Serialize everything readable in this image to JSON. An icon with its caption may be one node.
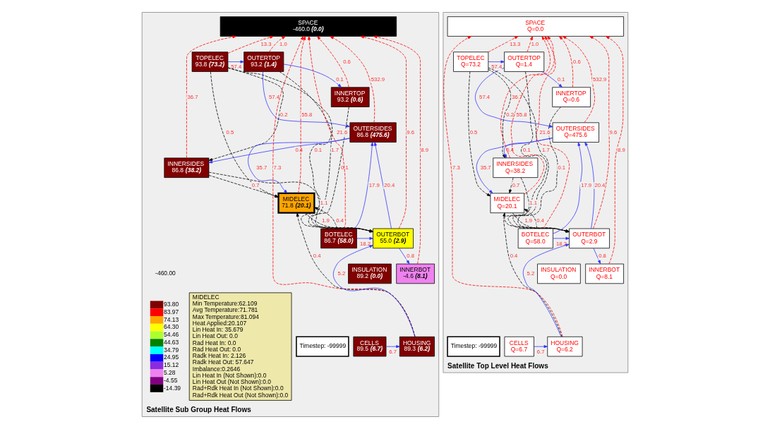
{
  "diagram": {
    "nodes": [
      {
        "text": [
          "Satellite Sub Group Heat Flows"
        ]
      },
      {
        "text": [
          "SPACE",
          "-460.0",
          "(0.0)"
        ],
        "in": 0
      },
      {
        "text": [
          "OUTERTOP",
          "93.2",
          "(1.4)"
        ],
        "in": 0
      },
      {
        "text": [
          "TOPELEC",
          "93.8",
          "(73.2)"
        ],
        "in": 0
      },
      {
        "text": [
          "INNERTOP",
          "93.2",
          "(0.6)"
        ],
        "in": 0
      },
      {
        "text": [
          "OUTERSIDES",
          "86.8",
          "(475.6)"
        ],
        "in": 0
      },
      {
        "text": [
          "INNERSIDES",
          "86.8",
          "(38.2)"
        ],
        "in": 0
      },
      {
        "text": [
          "MIDELEC",
          "71.8",
          "(20.1)"
        ],
        "in": 0
      },
      {
        "text": [
          "OUTERBOT",
          "55.0",
          "(2.9)"
        ],
        "in": 0
      },
      {
        "text": [
          "BOTELEC",
          "86.7",
          "(58.0)"
        ],
        "in": 0
      },
      {
        "text": [
          "INNERBOT",
          "-4.6",
          "(8.1)"
        ],
        "in": 0
      },
      {
        "text": [
          "INSULATION",
          "89.2",
          "(0.0)"
        ],
        "in": 0
      },
      {
        "text": [
          "HOUSING",
          "89.3",
          "(6.2)"
        ],
        "in": 0
      },
      {
        "text": [
          "CELLS",
          "89.5",
          "(6.7)"
        ],
        "in": 0
      },
      {
        "text": [
          "Timestep: -99999"
        ],
        "in": 0
      },
      {
        "text": [
          "MIDELEC",
          "Min Temperature:62.109",
          "Avg Temperature:71.781",
          "Max Temperature:81.094",
          "Heat Applied:20.107",
          "Lin Heat In: 35.679",
          "Lin Heat Out: 0.0",
          "Rad Heat In: 0.0",
          "Rad Heat Out: 0.0",
          "Radk Heat In: 2.126",
          "Radk Heat Out: 57.647",
          "Imbalance:0.2646",
          "Lin Heat In (Not Shown):0.0",
          "Lin Heat Out (Not Shown):0.0",
          "Rad+Rdk Heat In (Not Shown):0.0",
          "Rad+Rdk Heat Out (Not Shown):0.0"
        ],
        "in": 0
      },
      {
        "text": [
          "Satellite Top Level Heat Flows"
        ]
      },
      {
        "text": [
          "SPACE",
          "Q=0.0"
        ],
        "in": 16
      },
      {
        "text": [
          "OUTERTOP",
          "Q=1.4"
        ],
        "in": 16
      },
      {
        "text": [
          "TOPELEC",
          "Q=73.2"
        ],
        "in": 16
      },
      {
        "text": [
          "INNERTOP",
          "Q=0.6"
        ],
        "in": 16
      },
      {
        "text": [
          "OUTERSIDES",
          "Q=475.6"
        ],
        "in": 16
      },
      {
        "text": [
          "INNERSIDES",
          "Q=38.2"
        ],
        "in": 16
      },
      {
        "text": [
          "MIDELEC",
          "Q=20.1"
        ],
        "in": 16
      },
      {
        "text": [
          "OUTERBOT",
          "Q=2.9"
        ],
        "in": 16
      },
      {
        "text": [
          "BOTELEC",
          "Q=58.0"
        ],
        "in": 16
      },
      {
        "text": [
          "INNERBOT",
          "Q=8.1"
        ],
        "in": 16
      },
      {
        "text": [
          "INSULATION",
          "Q=0.0"
        ],
        "in": 16
      },
      {
        "text": [
          "HOUSING",
          "Q=6.2"
        ],
        "in": 16
      },
      {
        "text": [
          "CELLS",
          "Q=6.7"
        ],
        "in": 16
      },
      {
        "text": [
          "Timestep: -99999"
        ],
        "in": 16
      }
    ],
    "edges": [
      {
        "from": 12,
        "to": 1,
        "arrow": "to",
        "label": "7.3",
        "style": "dashed",
        "color": "#ff0000"
      },
      {
        "from": 10,
        "to": 1,
        "arrow": "to",
        "label": "8.9",
        "style": "dashed",
        "color": "#ff0000"
      },
      {
        "from": 8,
        "to": 1,
        "arrow": "to",
        "label": "9.6",
        "style": "dashed",
        "color": "#ff0000"
      },
      {
        "from": 2,
        "to": 1,
        "arrow": "to",
        "label": "1.0",
        "style": "dashed",
        "color": "#ff0000"
      },
      {
        "from": 5,
        "to": 1,
        "arrow": "to",
        "label": "532.9",
        "style": "dashed",
        "color": "#ff0000"
      },
      {
        "from": 4,
        "to": 1,
        "arrow": "to",
        "label": "0.6",
        "style": "dashed",
        "color": "#ff0000"
      },
      {
        "from": 6,
        "to": 1,
        "arrow": "to",
        "label": "36.7",
        "style": "dashed",
        "color": "#ff0000"
      },
      {
        "from": 7,
        "to": 1,
        "arrow": "to",
        "label": "55.8",
        "style": "dashed",
        "color": "#ff0000"
      },
      {
        "from": 3,
        "to": 1,
        "arrow": "to",
        "label": "13.3",
        "style": "dashed",
        "color": "#ff0000"
      },
      {
        "from": 9,
        "to": 1,
        "arrow": "to",
        "label": "21.6",
        "style": "dashed",
        "color": "#ff0000"
      },
      {
        "from": 3,
        "to": 2,
        "arrow": "to",
        "label": "57.4"
      },
      {
        "from": 2,
        "to": 4,
        "arrow": "to",
        "label": "0.1"
      },
      {
        "from": 2,
        "to": 5,
        "arrow": "to",
        "label": "57.4"
      },
      {
        "from": 9,
        "to": 5,
        "arrow": "to",
        "label": "17.9"
      },
      {
        "from": 5,
        "to": 6,
        "arrow": "to",
        "label": "0.4"
      },
      {
        "from": 5,
        "to": 7,
        "arrow": "to",
        "label": "35.7"
      },
      {
        "from": 8,
        "to": 5,
        "arrow": "to",
        "label": "20.4"
      },
      {
        "from": 9,
        "to": 8,
        "arrow": "to",
        "label": "18.2"
      },
      {
        "from": 8,
        "to": 10,
        "arrow": "to",
        "label": "0.8"
      },
      {
        "from": 12,
        "to": 8,
        "arrow": "to",
        "label": "5.2"
      },
      {
        "from": 13,
        "to": 12,
        "arrow": "to",
        "label": "6.7"
      },
      {
        "from": 2,
        "to": 8,
        "arrow": "to",
        "label": "0.1",
        "style": "dashed",
        "color": "#000000"
      },
      {
        "from": 3,
        "to": 8,
        "arrow": "to",
        "label": "1.7",
        "style": "dashed",
        "color": "#000000"
      },
      {
        "from": 4,
        "to": 8,
        "arrow": "to",
        "label": "0.1",
        "style": "dashed",
        "color": "#000000"
      },
      {
        "from": 3,
        "to": 6,
        "arrow": "to",
        "label": "0.2",
        "style": "dashed",
        "color": "#000000"
      },
      {
        "from": 3,
        "to": 7,
        "arrow": "to",
        "label": "0.5",
        "style": "dashed",
        "color": "#000000"
      },
      {
        "from": 6,
        "to": 7,
        "arrow": "to",
        "label": "0.7",
        "style": "dashed",
        "color": "#000000"
      },
      {
        "from": 6,
        "to": 8,
        "arrow": "to",
        "label": "1.1",
        "style": "dashed",
        "color": "#000000"
      },
      {
        "from": 7,
        "to": 8,
        "arrow": "to",
        "label": "1.9",
        "style": "dashed",
        "color": "#000000"
      },
      {
        "from": 9,
        "to": 7,
        "arrow": "to",
        "label": "0.4",
        "style": "dashed",
        "color": "#000000"
      },
      {
        "from": 12,
        "to": 7,
        "arrow": "to",
        "label": "0.4",
        "style": "dashed",
        "color": "#000000"
      },
      {
        "from": 28,
        "to": 17,
        "arrow": "to",
        "label": "7.3",
        "style": "dashed",
        "color": "#ff0000"
      },
      {
        "from": 26,
        "to": 17,
        "arrow": "to",
        "label": "8.9",
        "style": "dashed",
        "color": "#ff0000"
      },
      {
        "from": 24,
        "to": 17,
        "arrow": "to",
        "label": "9.6",
        "style": "dashed",
        "color": "#ff0000"
      },
      {
        "from": 18,
        "to": 17,
        "arrow": "to",
        "label": "1.0",
        "style": "dashed",
        "color": "#ff0000"
      },
      {
        "from": 21,
        "to": 17,
        "arrow": "to",
        "label": "532.9",
        "style": "dashed",
        "color": "#ff0000"
      },
      {
        "from": 20,
        "to": 17,
        "arrow": "to",
        "label": "0.6",
        "style": "dashed",
        "color": "#ff0000"
      },
      {
        "from": 22,
        "to": 17,
        "arrow": "to",
        "label": "36.7",
        "style": "dashed",
        "color": "#ff0000"
      },
      {
        "from": 23,
        "to": 17,
        "arrow": "to",
        "label": "55.8",
        "style": "dashed",
        "color": "#ff0000"
      },
      {
        "from": 19,
        "to": 17,
        "arrow": "to",
        "label": "13.3",
        "style": "dashed",
        "color": "#ff0000"
      },
      {
        "from": 25,
        "to": 17,
        "arrow": "to",
        "label": "21.6",
        "style": "dashed",
        "color": "#ff0000"
      },
      {
        "from": 19,
        "to": 18,
        "arrow": "to",
        "label": "57.4"
      },
      {
        "from": 18,
        "to": 20,
        "arrow": "to",
        "label": "0.1"
      },
      {
        "from": 18,
        "to": 21,
        "arrow": "to",
        "label": "57.4"
      },
      {
        "from": 25,
        "to": 21,
        "arrow": "to",
        "label": "17.9"
      },
      {
        "from": 21,
        "to": 22,
        "arrow": "to",
        "label": "0.4"
      },
      {
        "from": 21,
        "to": 23,
        "arrow": "to",
        "label": "35.7"
      },
      {
        "from": 24,
        "to": 21,
        "arrow": "to",
        "label": "20.4"
      },
      {
        "from": 25,
        "to": 24,
        "arrow": "to",
        "label": "18.2"
      },
      {
        "from": 24,
        "to": 26,
        "arrow": "to",
        "label": "0.8"
      },
      {
        "from": 28,
        "to": 24,
        "arrow": "to",
        "label": "5.2"
      },
      {
        "from": 29,
        "to": 28,
        "arrow": "to",
        "label": "6.7"
      },
      {
        "from": 18,
        "to": 24,
        "arrow": "to",
        "label": "0.1",
        "style": "dashed",
        "color": "#000000"
      },
      {
        "from": 19,
        "to": 24,
        "arrow": "to",
        "label": "1.7",
        "style": "dashed",
        "color": "#000000"
      },
      {
        "from": 20,
        "to": 24,
        "arrow": "to",
        "label": "0.1",
        "style": "dashed",
        "color": "#000000"
      },
      {
        "from": 19,
        "to": 22,
        "arrow": "to",
        "label": "0.2",
        "style": "dashed",
        "color": "#000000"
      },
      {
        "from": 19,
        "to": 23,
        "arrow": "to",
        "label": "0.5",
        "style": "dashed",
        "color": "#000000"
      },
      {
        "from": 22,
        "to": 23,
        "arrow": "to",
        "label": "0.7",
        "style": "dashed",
        "color": "#000000"
      },
      {
        "from": 22,
        "to": 24,
        "arrow": "to",
        "label": "1.1",
        "style": "dashed",
        "color": "#000000"
      },
      {
        "from": 23,
        "to": 24,
        "arrow": "to",
        "label": "1.9",
        "style": "dashed",
        "color": "#000000"
      },
      {
        "from": 25,
        "to": 23,
        "arrow": "to",
        "label": "0.4",
        "style": "dashed",
        "color": "#000000"
      },
      {
        "from": 28,
        "to": 23,
        "arrow": "to",
        "label": "0.4",
        "style": "dashed",
        "color": "#000000"
      }
    ],
    "labels": [
      "-460.00"
    ],
    "legend": [
      {
        "text": "93.80",
        "color": "#800000"
      },
      {
        "text": "83.97",
        "color": "#ff0000"
      },
      {
        "text": "74.13",
        "color": "#ffa500"
      },
      {
        "text": "64.30",
        "color": "#ffff00"
      },
      {
        "text": "54.46",
        "color": "#adff2f"
      },
      {
        "text": "44.63",
        "color": "#008000"
      },
      {
        "text": "34.79",
        "color": "#00ffff"
      },
      {
        "text": "24.95",
        "color": "#0000ff"
      },
      {
        "text": "15.12",
        "color": "#8a2be2"
      },
      {
        "text": "5.28",
        "color": "#ee82ee"
      },
      {
        "text": "-4.55",
        "color": "#800080"
      },
      {
        "text": "-14.39",
        "color": "#000000"
      }
    ]
  }
}
